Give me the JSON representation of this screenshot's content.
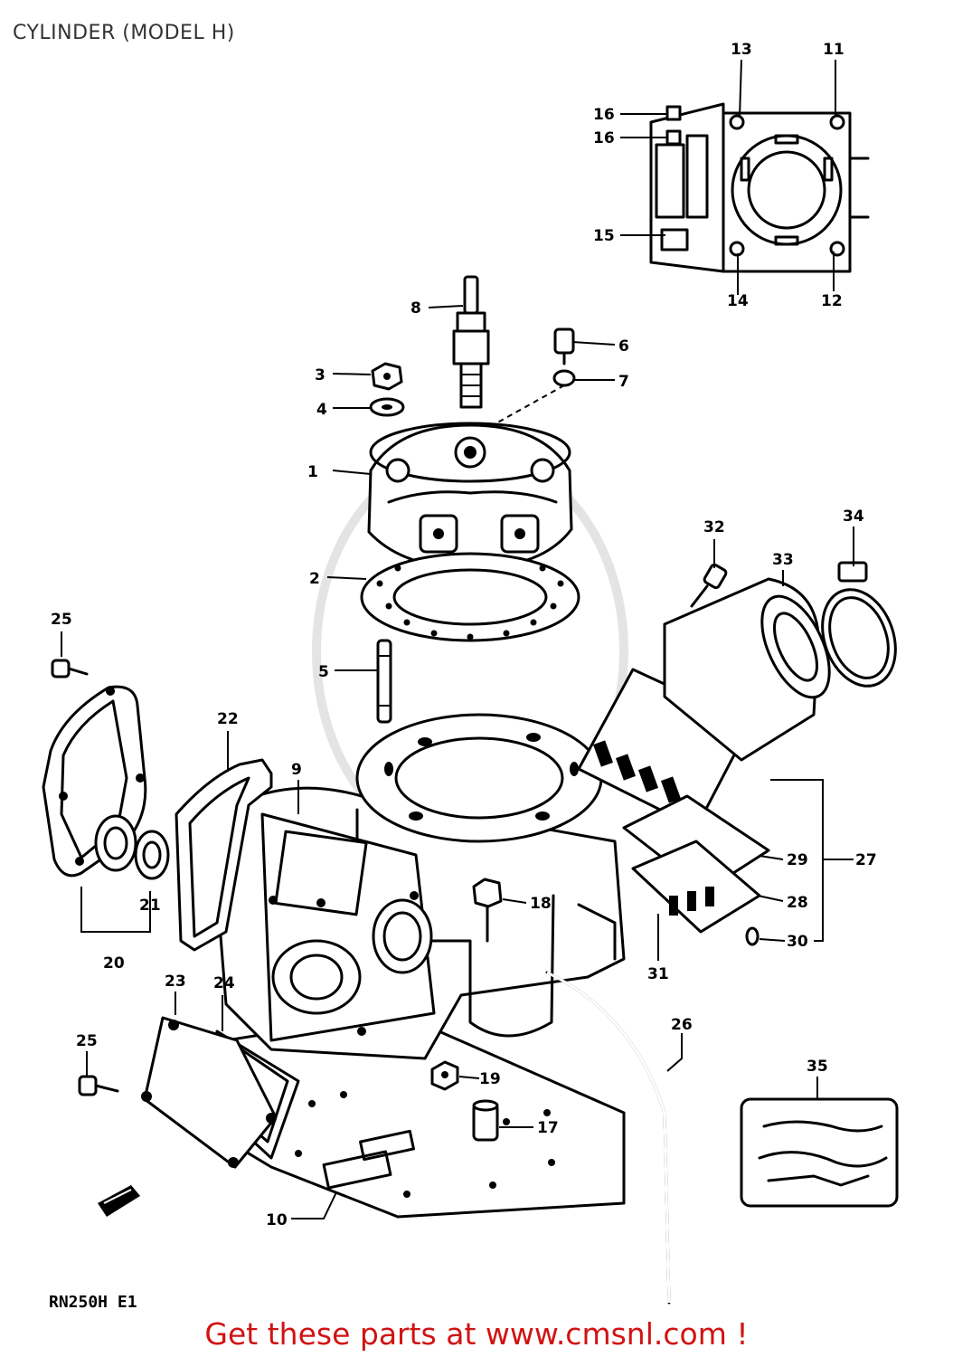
{
  "title": "CYLINDER (MODEL H)",
  "drawing_code": "RN250H E1",
  "footer_link": "Get these parts at www.cmsnl.com !",
  "colors": {
    "footer_link": "#d11313",
    "line": "#000000",
    "background": "#ffffff"
  },
  "callouts": {
    "c1": "1",
    "c2": "2",
    "c3": "3",
    "c4": "4",
    "c5": "5",
    "c6": "6",
    "c7": "7",
    "c8": "8",
    "c9": "9",
    "c10": "10",
    "c11": "11",
    "c12": "12",
    "c13": "13",
    "c14": "14",
    "c15": "15",
    "c16a": "16",
    "c16b": "16",
    "c17": "17",
    "c18": "18",
    "c19": "19",
    "c20": "20",
    "c21": "21",
    "c22": "22",
    "c23": "23",
    "c24": "24",
    "c25a": "25",
    "c25b": "25",
    "c26": "26",
    "c27": "27",
    "c28": "28",
    "c29": "29",
    "c30": "30",
    "c31": "31",
    "c32": "32",
    "c33": "33",
    "c34": "34",
    "c35": "35"
  }
}
